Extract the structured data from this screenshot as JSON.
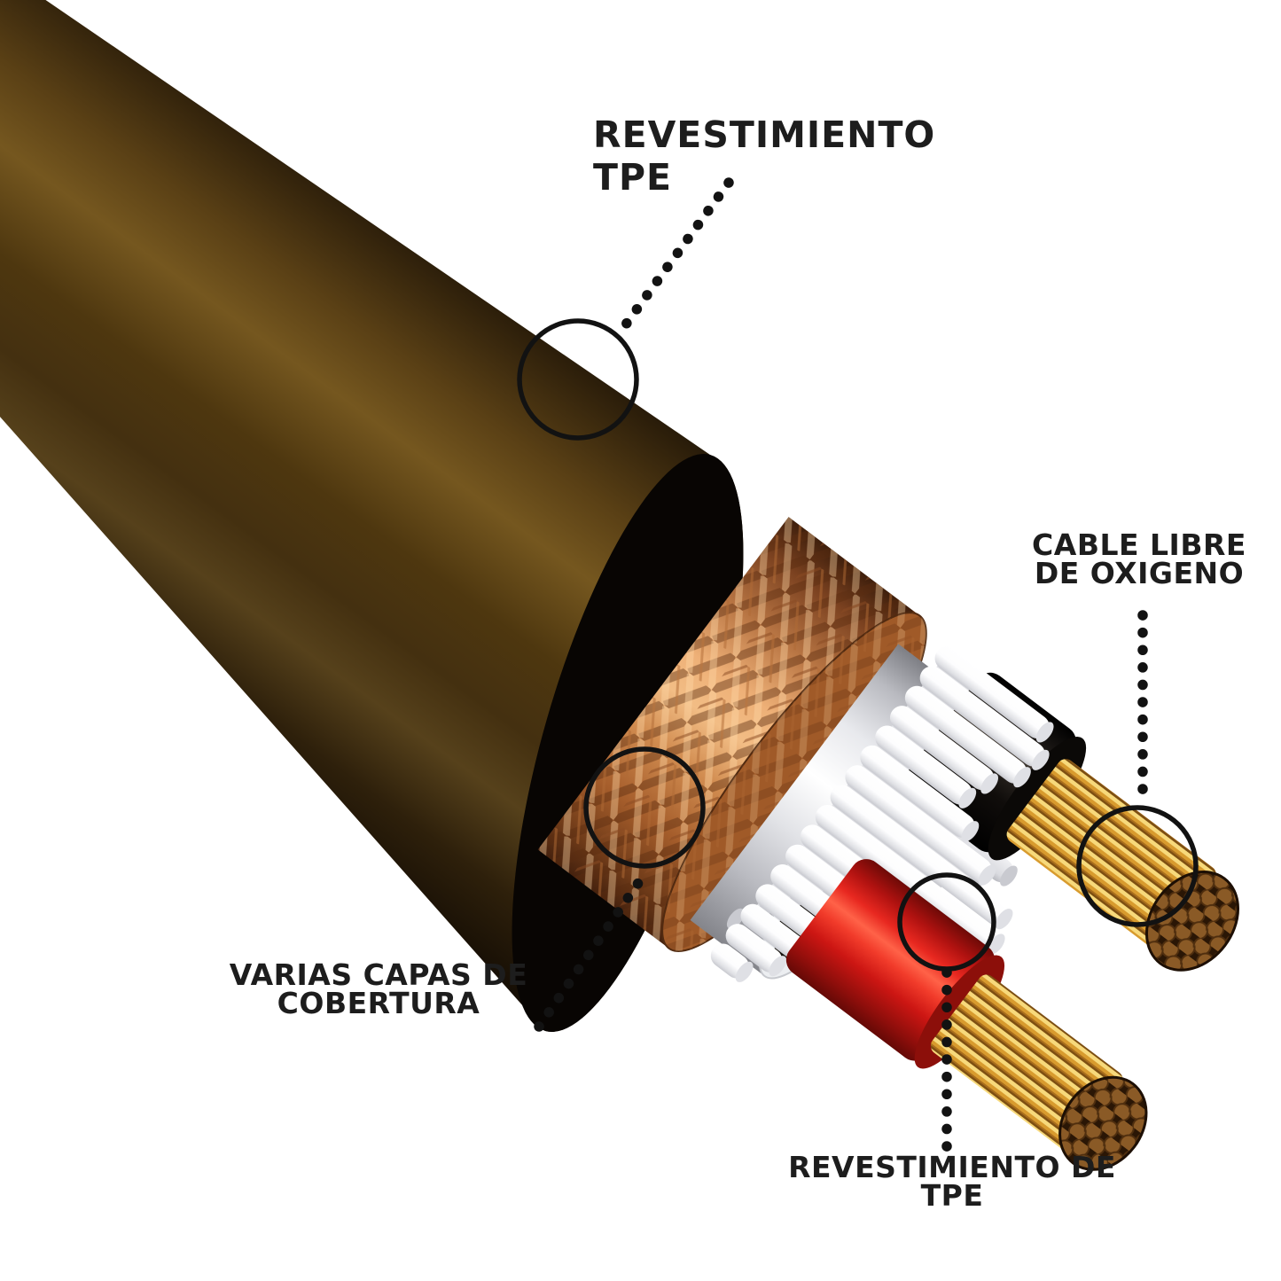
{
  "diagram": {
    "labels": {
      "jacket": {
        "line1": "REVESTIMIENTO",
        "line2": "TPE"
      },
      "copper": {
        "line1": "CABLE LIBRE",
        "line2": "DE OXIGENO"
      },
      "coverage": {
        "line1": "VARIAS CAPAS DE",
        "line2": "COBERTURA"
      },
      "inner_jacket": {
        "line1": "REVESTIMIENTO DE",
        "line2": "TPE"
      }
    },
    "colors": {
      "background": "#ffffff",
      "annotation_ink": "#121212",
      "jacket_dark": "#1c1206",
      "jacket_highlight": "#75571f",
      "braid_copper": "#d08548",
      "foil_silver": "#eceef1",
      "strand_white": "#ffffff",
      "conductor_black": "#17120e",
      "conductor_red": "#e8231e",
      "copper_gold": "#e3aa3c",
      "copper_tip_brown": "#8a5a26"
    }
  }
}
